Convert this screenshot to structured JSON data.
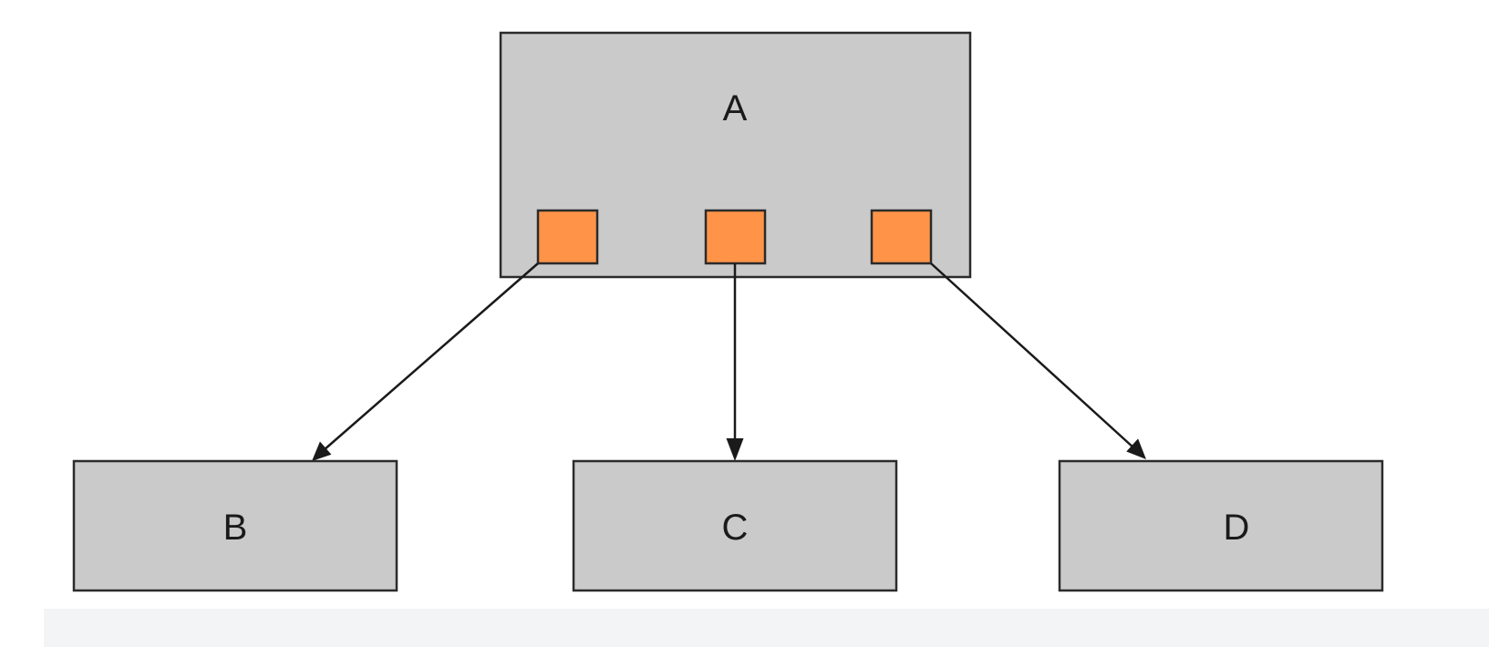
{
  "nodes": {
    "a": {
      "label": "A"
    },
    "b": {
      "label": "B"
    },
    "c": {
      "label": "C"
    },
    "d": {
      "label": "D"
    }
  },
  "ports": [
    "port-left",
    "port-center",
    "port-right"
  ],
  "edges": [
    {
      "from": "port-left",
      "to": "b"
    },
    {
      "from": "port-center",
      "to": "c"
    },
    {
      "from": "port-right",
      "to": "d"
    }
  ],
  "colors": {
    "node_fill": "#cbcacb",
    "port_fill": "#ff9448",
    "stroke": "#2b2b2b",
    "arrow": "#1a1a1a"
  }
}
